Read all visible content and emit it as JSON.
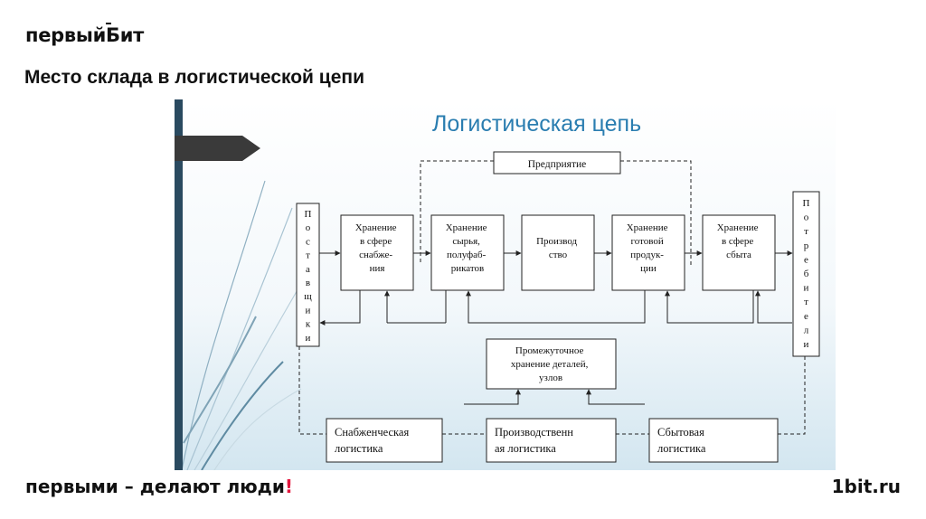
{
  "header": {
    "logo_text": "первый",
    "logo_text_2": "Бит",
    "title": "Место склада в логистической цепи"
  },
  "diagram": {
    "heading": "Логистическая цепь",
    "enterprise": "Предприятие",
    "supplier_letters": [
      "П",
      "о",
      "с",
      "т",
      "а",
      "в",
      "щ",
      "и",
      "к",
      "и"
    ],
    "consumer_letters": [
      "П",
      "о",
      "т",
      "р",
      "е",
      "б",
      "и",
      "т",
      "е",
      "л",
      "и"
    ],
    "boxes": [
      [
        "Хранение",
        "в сфере",
        "снабже-",
        "ния"
      ],
      [
        "Хранение",
        "сырья,",
        "полуфаб-",
        "рикатов"
      ],
      [
        "Производ",
        "ство"
      ],
      [
        "Хранение",
        "готовой",
        "продук-",
        "ции"
      ],
      [
        "Хранение",
        "в сфере",
        "сбыта"
      ]
    ],
    "intermediate": [
      "Промежуточное",
      "хранение деталей,",
      "узлов"
    ],
    "logistics": [
      [
        "Снабженческая",
        "логистика"
      ],
      [
        "Производственн",
        "ая логистика"
      ],
      [
        "Сбытовая",
        "логистика"
      ]
    ],
    "colors": {
      "heading": "#2a7db0",
      "sign_post": "#2a4a60",
      "sign": "#3a3a3a",
      "box_border": "#222222"
    }
  },
  "footer": {
    "slogan": "первыми – делают люди",
    "slogan_mark": "!",
    "url": "1bit.ru"
  }
}
